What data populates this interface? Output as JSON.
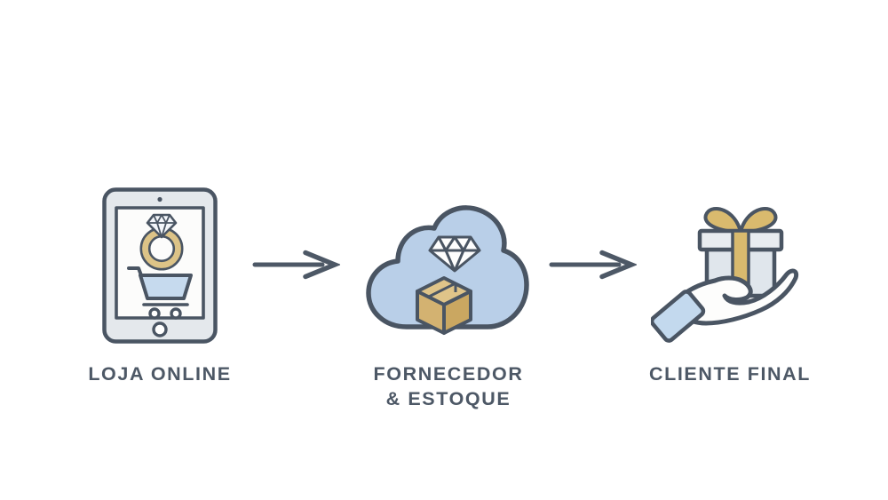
{
  "diagram": {
    "stages": [
      {
        "id": "loja-online",
        "icon": "tablet-ring-cart-icon",
        "label_lines": [
          "LOJA ONLINE"
        ]
      },
      {
        "id": "fornecedor-estoque",
        "icon": "cloud-diamond-box-icon",
        "label_lines": [
          "FORNECEDOR",
          "& ESTOQUE"
        ]
      },
      {
        "id": "cliente-final",
        "icon": "hand-gift-icon",
        "label_lines": [
          "CLIENTE FINAL"
        ]
      }
    ],
    "connectors": [
      {
        "id": "arrow-1",
        "icon": "arrow-right-icon"
      },
      {
        "id": "arrow-2",
        "icon": "arrow-right-icon"
      }
    ],
    "colors": {
      "outline": "#4a5563",
      "text": "#4d5866",
      "cloud_blue": "#b9cfe8",
      "accent_blue": "#c6daee",
      "gold": "#dcc387",
      "box_tan": "#d3b271",
      "device_gray": "#e4e8ec",
      "background": "#ffffff"
    }
  }
}
